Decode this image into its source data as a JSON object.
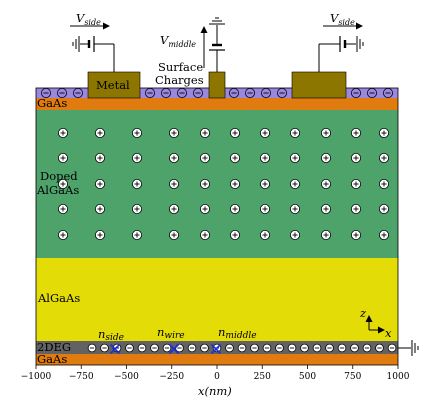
{
  "labels": {
    "metal": "Metal",
    "surface_charges_line1": "Surface",
    "surface_charges_line2": "Charges",
    "gaas_top": "GaAs",
    "doped_line1": "Doped",
    "doped_line2": "AlGaAs",
    "algaas": "AlGaAs",
    "twodeg": "2DEG",
    "gaas_bottom": "GaAs",
    "n_side": "n",
    "n_side_sub": "side",
    "n_wire": "n",
    "n_wire_sub": "wire",
    "n_middle": "n",
    "n_middle_sub": "middle",
    "v_side_left": "V",
    "v_side_left_sub": "side",
    "v_side_right": "V",
    "v_side_right_sub": "side",
    "v_middle": "V",
    "v_middle_sub": "middle",
    "axis_z": "z",
    "axis_x": "x"
  },
  "x_axis": {
    "label": "x(nm)",
    "ticks": [
      "−1000",
      "−750",
      "−500",
      "−250",
      "0",
      "250",
      "500",
      "750",
      "1000"
    ]
  },
  "colors": {
    "surface_layer": "#9b86e0",
    "gaas": "#e07b10",
    "doped_algaas": "#4ea36b",
    "algaas": "#e4dc06",
    "twodeg": "#626262",
    "metal": "#8c7600",
    "donor_fill": "#ffffff",
    "electron_marker": "#1a2fe0"
  },
  "symbols": {
    "donor": "plus-circle",
    "surface_electron": "minus-circle",
    "density_marker": "x-mark",
    "ground": "ground-symbol",
    "battery": "battery-symbol"
  }
}
